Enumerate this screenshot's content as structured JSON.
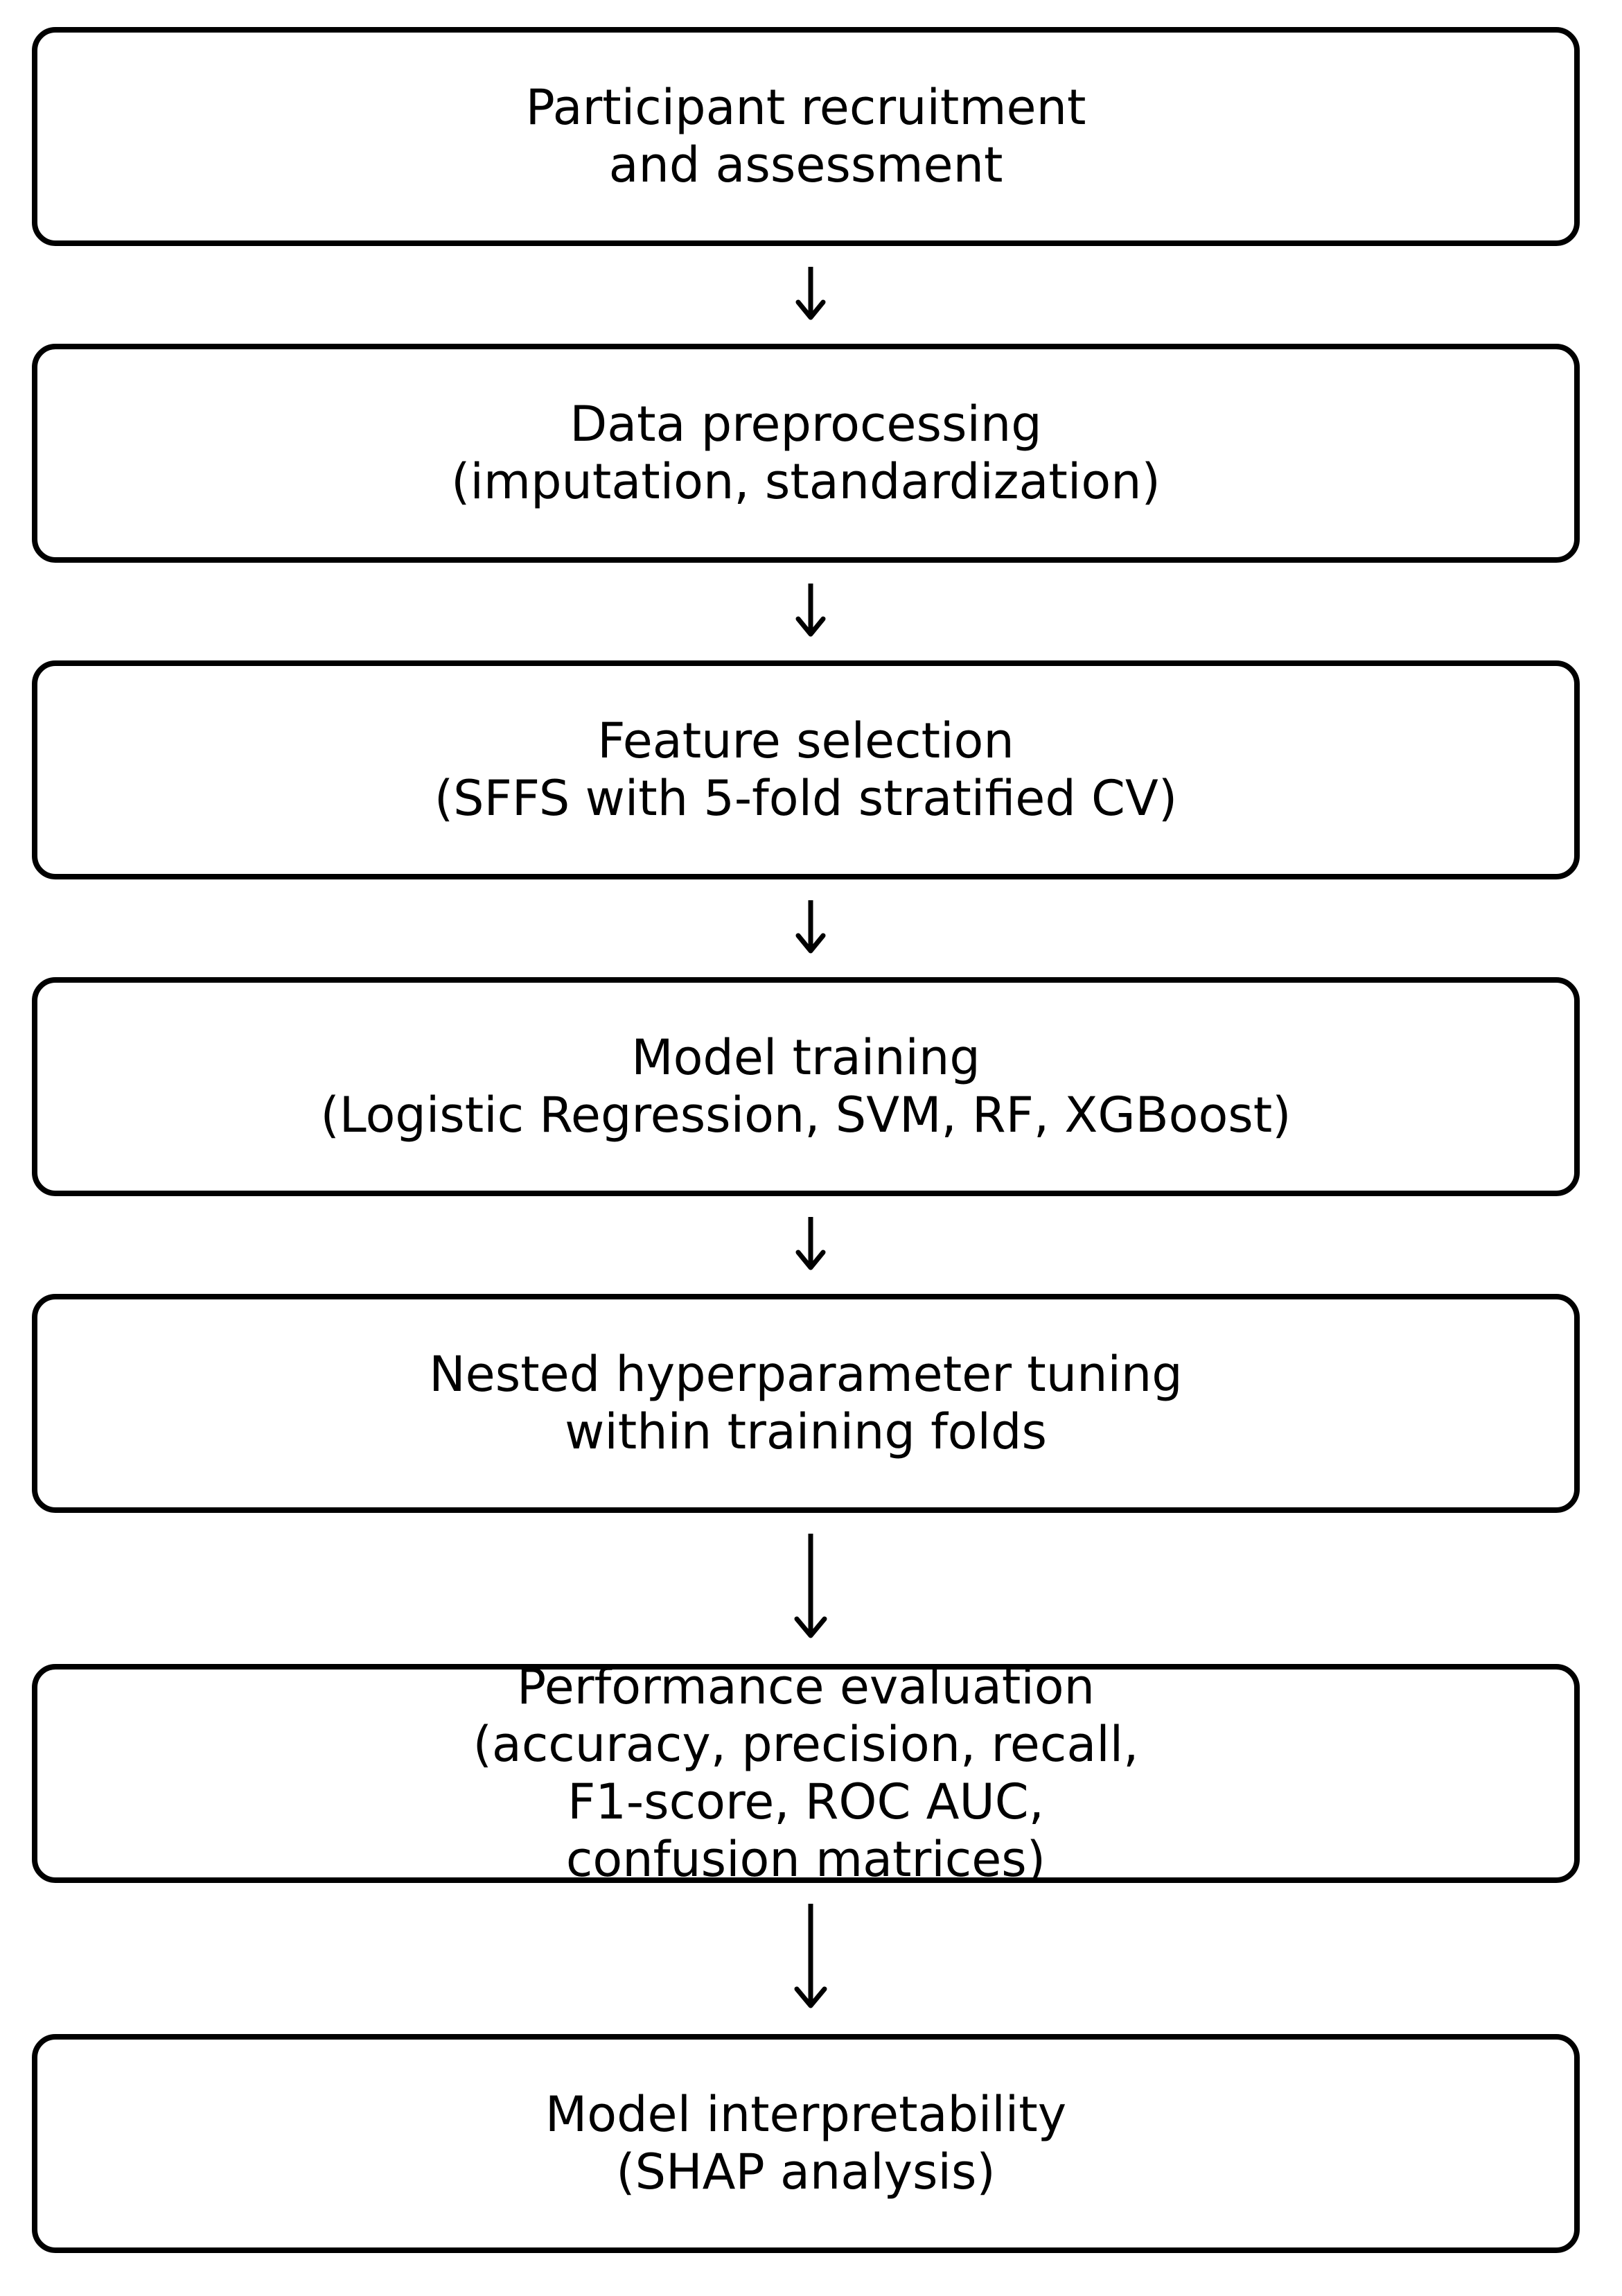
{
  "steps": [
    {
      "lines": [
        "Participant recruitment",
        "and assessment"
      ]
    },
    {
      "lines": [
        "Data preprocessing",
        "(imputation, standardization)"
      ]
    },
    {
      "lines": [
        "Feature selection",
        "(SFFS with 5-fold stratified CV)"
      ]
    },
    {
      "lines": [
        "Model training",
        "(Logistic Regression, SVM, RF, XGBoost)"
      ]
    },
    {
      "lines": [
        "Nested hyperparameter tuning",
        "within training folds"
      ]
    },
    {
      "lines": [
        "Performance evaluation",
        "(accuracy, precision, recall,",
        "F1-score, ROC AUC,",
        "confusion matrices)"
      ]
    },
    {
      "lines": [
        "Model interpretability",
        "(SHAP analysis)"
      ]
    }
  ]
}
